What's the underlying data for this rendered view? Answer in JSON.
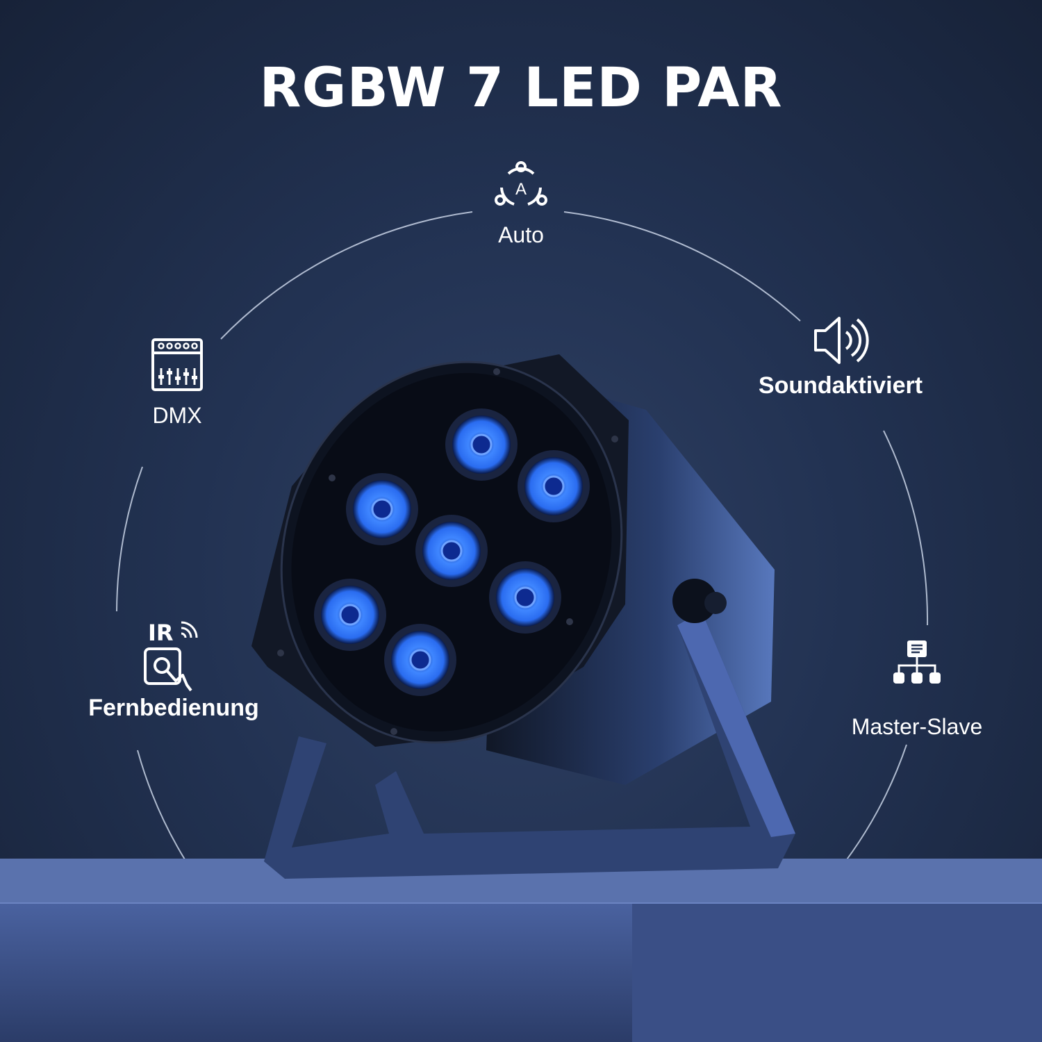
{
  "title": "RGBW 7 LED PAR",
  "features": {
    "auto": {
      "label": "Auto",
      "icon": "auto-mode-icon",
      "glyph": "A"
    },
    "dmx": {
      "label": "DMX",
      "icon": "dmx-controller-icon"
    },
    "sound": {
      "label": "Soundaktiviert",
      "icon": "speaker-icon"
    },
    "remote": {
      "label": "Fernbedienung",
      "icon": "ir-remote-icon",
      "glyph": "IR"
    },
    "master_slave": {
      "label": "Master-Slave",
      "icon": "network-hierarchy-icon"
    }
  },
  "product": {
    "led_count": 7,
    "led_color": "#3d7bff"
  },
  "colors": {
    "background": "#223252",
    "ring": "#c9d3e6",
    "text": "#ffffff"
  }
}
